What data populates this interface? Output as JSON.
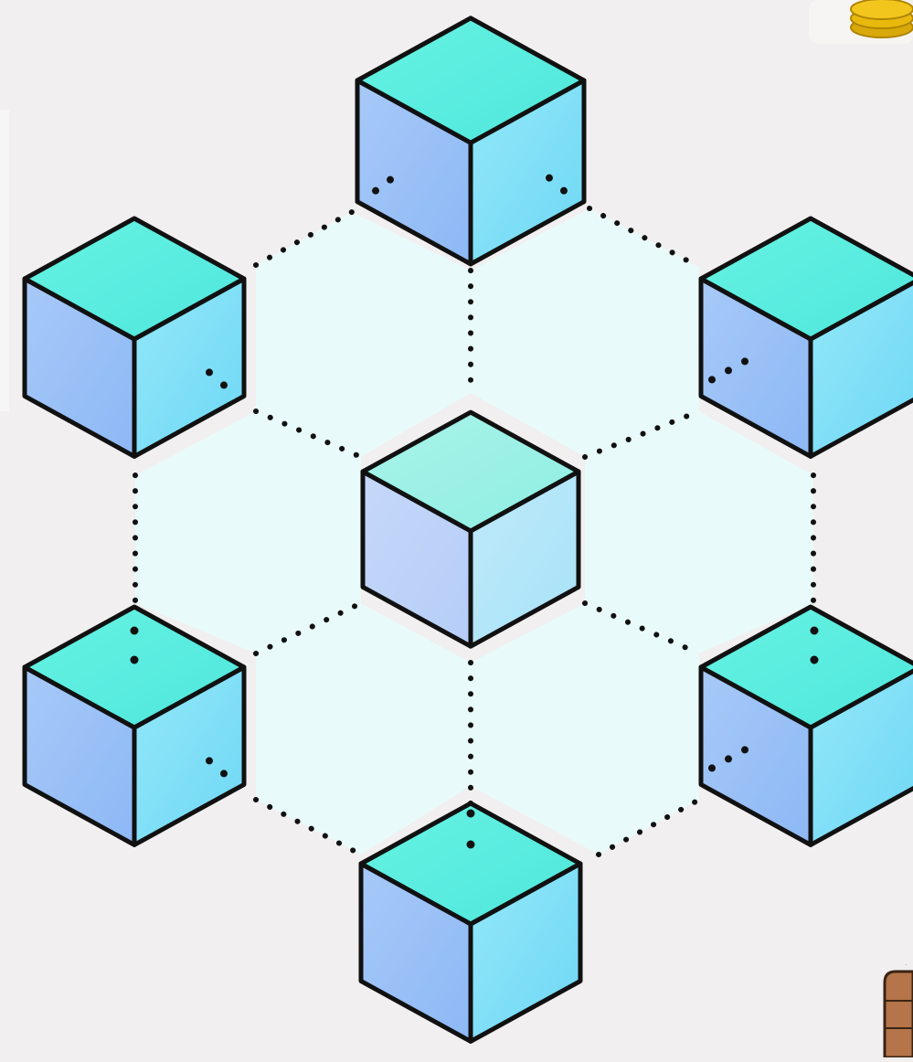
{
  "diagram": {
    "colors": {
      "background": "#f1efef",
      "hex_fill": "#e9fbfb",
      "outline": "#111111",
      "cube_top": "#5ff0e0",
      "cube_left": "#9cc4f7",
      "cube_right": "#84e2f7",
      "coin": "#e8b90c",
      "jar": "#b5744a"
    },
    "nodes": [
      {
        "name": "cube-top"
      },
      {
        "name": "cube-upper-left"
      },
      {
        "name": "cube-upper-right"
      },
      {
        "name": "cube-center"
      },
      {
        "name": "cube-lower-left"
      },
      {
        "name": "cube-lower-right"
      },
      {
        "name": "cube-bottom"
      }
    ],
    "connections": {
      "style": "dotted",
      "count": 12
    }
  }
}
